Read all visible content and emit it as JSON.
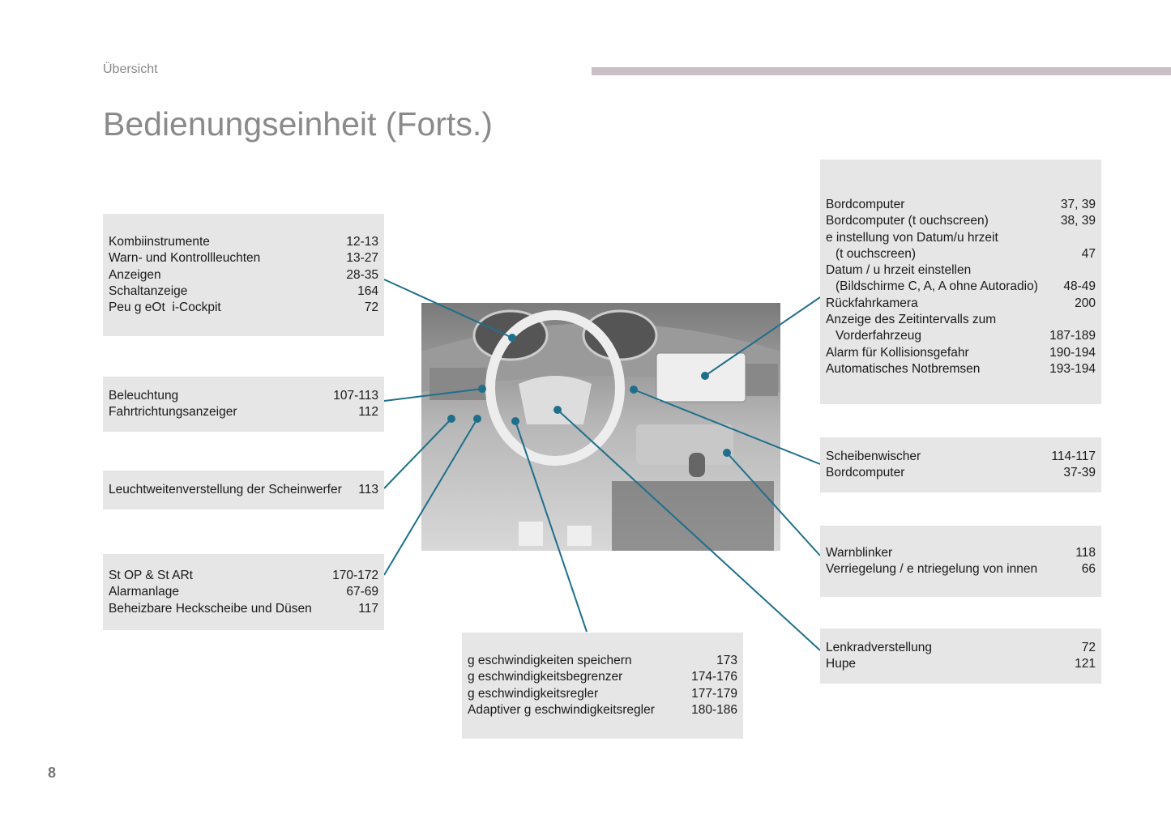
{
  "header": {
    "section": "Übersicht",
    "title": "Bedienungseinheit (Forts.)"
  },
  "page_number": "8",
  "boxes": {
    "instruments": [
      {
        "label": "Kombiinstrumente",
        "page": "12-13"
      },
      {
        "label": "Warn- und Kontrollleuchten",
        "page": "13-27"
      },
      {
        "label": "Anzeigen",
        "page": "28-35"
      },
      {
        "label": "Schaltanzeige",
        "page": "164"
      },
      {
        "label": "Peu g eOt  i-Cockpit",
        "page": "72"
      }
    ],
    "lighting": [
      {
        "label": "Beleuchtung",
        "page": "107-113"
      },
      {
        "label": "Fahrtrichtungsanzeiger",
        "page": "112"
      }
    ],
    "headlamp": [
      {
        "label": "Leuchtweitenverstellung der Scheinwerfer",
        "page": "113"
      }
    ],
    "stopstart": [
      {
        "label": "St OP & St ARt",
        "page": "170-172"
      },
      {
        "label": "Alarmanlage",
        "page": "67-69"
      },
      {
        "label": "Beheizbare Heckscheibe und Düsen",
        "page": "117"
      }
    ],
    "speed": [
      {
        "label": "g eschwindigkeiten speichern",
        "page": "173"
      },
      {
        "label": "g eschwindigkeitsbegrenzer",
        "page": "174-176"
      },
      {
        "label": "g eschwindigkeitsregler",
        "page": "177-179"
      },
      {
        "label": "Adaptiver g eschwindigkeitsregler",
        "page": "180-186"
      }
    ],
    "screen": [
      {
        "label": "Bordcomputer",
        "page": "37, 39"
      },
      {
        "label": "Bordcomputer (t ouchscreen)",
        "page": "38, 39"
      },
      {
        "label": "e instellung von Datum/u hrzeit",
        "page": ""
      },
      {
        "label": "(t ouchscreen)",
        "page": "47",
        "indent": true
      },
      {
        "label": "Datum / u hrzeit einstellen",
        "page": ""
      },
      {
        "label": "(Bildschirme C, A, A ohne Autoradio)",
        "page": "48-49",
        "indent": true
      },
      {
        "label": "Rückfahrkamera",
        "page": "200"
      },
      {
        "label": "Anzeige des Zeitintervalls zum",
        "page": ""
      },
      {
        "label": "Vorderfahrzeug",
        "page": "187-189",
        "indent": true
      },
      {
        "label": "Alarm für Kollisionsgefahr",
        "page": "190-194"
      },
      {
        "label": "Automatisches Notbremsen",
        "page": "193-194"
      }
    ],
    "wipers": [
      {
        "label": "Scheibenwischer",
        "page": "114-117"
      },
      {
        "label": "Bordcomputer",
        "page": "37-39"
      }
    ],
    "hazard": [
      {
        "label": "Warnblinker",
        "page": "118"
      },
      {
        "label": "Verriegelung / e ntriegelung von innen",
        "page": "66"
      }
    ],
    "steering": [
      {
        "label": "Lenkradverstellung",
        "page": "72"
      },
      {
        "label": "Hupe",
        "page": "121"
      }
    ]
  },
  "colors": {
    "leader": "#1f6f8b",
    "box": "#e6e6e6",
    "bar": "#c9bfc4"
  }
}
